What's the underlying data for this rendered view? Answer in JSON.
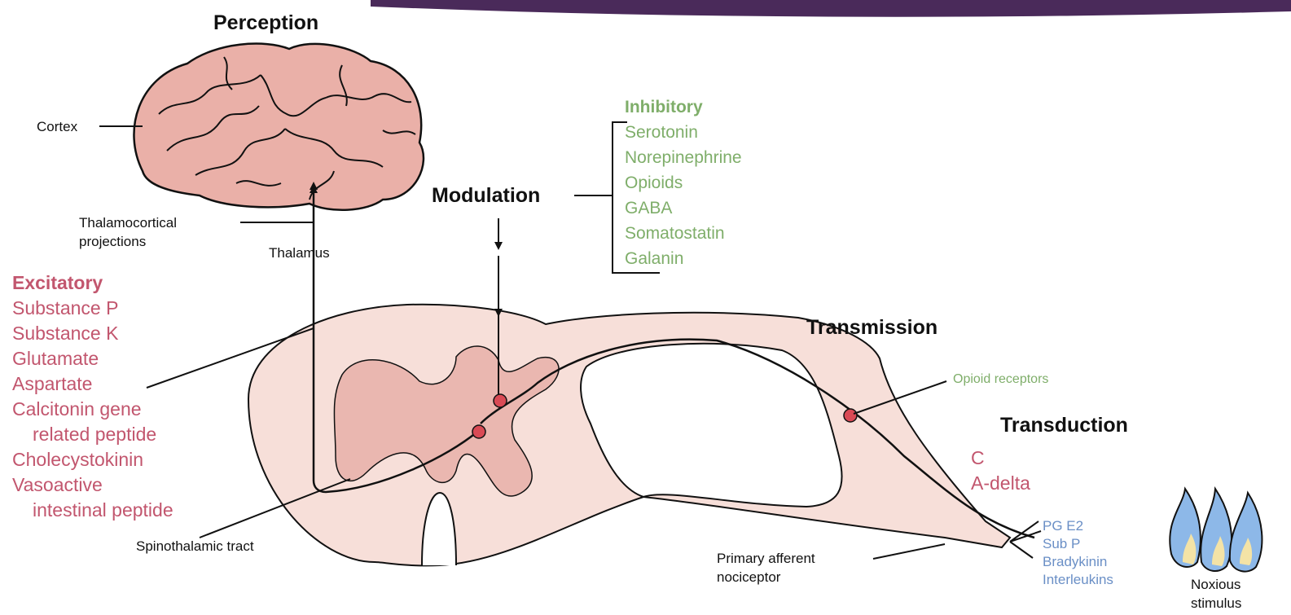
{
  "colors": {
    "tissue_fill": "#f7dfd9",
    "gray_matter": "#eab7b0",
    "brain_fill": "#eab0a8",
    "synapse": "#d94a55",
    "excitatory": "#c2566e",
    "inhibitory": "#7fae6a",
    "mediators": "#6a8fc6",
    "banner": "#4a2a5a",
    "flame": "#8db8e8"
  },
  "headings": {
    "perception": "Perception",
    "modulation": "Modulation",
    "transmission": "Transmission",
    "transduction": "Transduction"
  },
  "labels": {
    "cortex": "Cortex",
    "thalamocortical_1": "Thalamocortical",
    "thalamocortical_2": "projections",
    "thalamus": "Thalamus",
    "spinothalamic": "Spinothalamic tract",
    "primary_afferent_1": "Primary afferent",
    "primary_afferent_2": "nociceptor",
    "opioid_receptors": "Opioid receptors",
    "noxious_1": "Noxious",
    "noxious_2": "stimulus"
  },
  "excitatory": {
    "title": "Excitatory",
    "items": [
      "Substance P",
      "Substance K",
      "Glutamate",
      "Aspartate",
      "Calcitonin gene",
      "related peptide",
      "Cholecystokinin",
      "Vasoactive",
      "intestinal peptide"
    ]
  },
  "inhibitory": {
    "title": "Inhibitory",
    "items": [
      "Serotonin",
      "Norepinephrine",
      "Opioids",
      "GABA",
      "Somatostatin",
      "Galanin"
    ]
  },
  "fiber_types": [
    "C",
    "A-delta"
  ],
  "mediators": [
    "PG E2",
    "Sub P",
    "Bradykinin",
    "Interleukins"
  ]
}
